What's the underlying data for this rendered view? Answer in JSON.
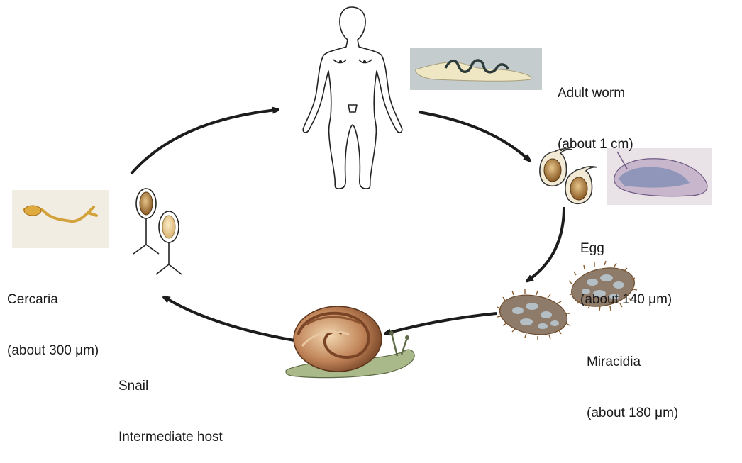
{
  "stages": {
    "adult_worm": {
      "name": "Adult worm",
      "size": "(about 1 cm)"
    },
    "egg": {
      "name": "Egg",
      "size": "(about 140 μm)"
    },
    "miracidia": {
      "name": "Miracidia",
      "size": "(about 180 μm)"
    },
    "snail": {
      "name": "Snail",
      "role": "Intermediate host"
    },
    "cercaria": {
      "name": "Cercaria",
      "size": "(about 300 μm)"
    }
  },
  "colors": {
    "arrow": "#1c1c1c",
    "photo_bg": "#f2eee0",
    "egg_fill": "#b98a45",
    "snail_shell": "#b97a55"
  },
  "icons": [
    "human-figure-icon",
    "adult-worm-photo",
    "egg-icon",
    "egg-photo",
    "miracidia-icon",
    "snail-icon",
    "cercaria-photo",
    "cercaria-icon"
  ]
}
